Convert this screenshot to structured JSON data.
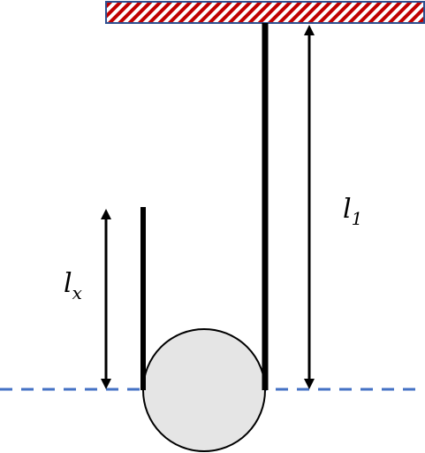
{
  "colors": {
    "hatch": "#c00000",
    "hatch_border": "#2f4f8f",
    "rope": "#000000",
    "pulley_fill": "#e5e5e5",
    "pulley_stroke": "#000000",
    "reference_line": "#4472c4",
    "arrows": "#000000"
  },
  "labels": {
    "l1": {
      "base": "l",
      "subscript": "1"
    },
    "lx": {
      "base": "l",
      "subscript": "x"
    }
  }
}
